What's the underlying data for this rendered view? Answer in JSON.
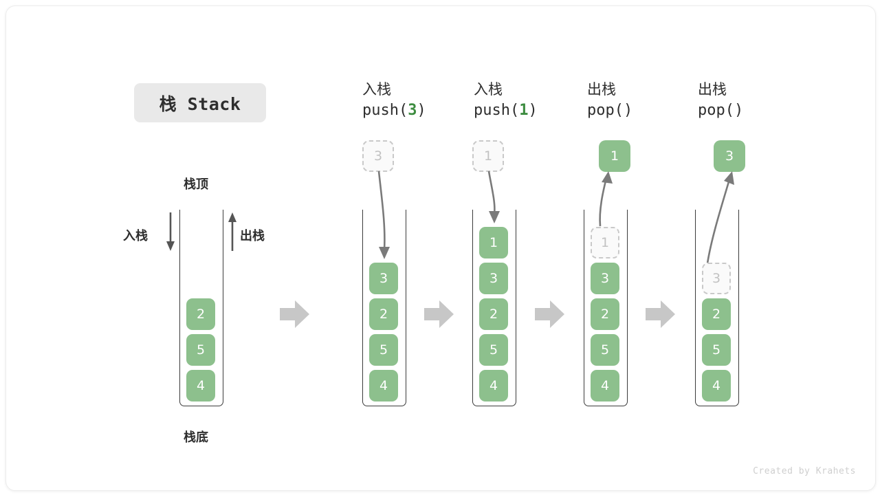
{
  "figure": {
    "title_badge": "栈 Stack",
    "footer": "Created by Krahets",
    "accent_green": "#8dc08d",
    "arg_green": "#3d8c40",
    "ghost_gray": "#c2c2c2",
    "wall_color": "#3a3a3a",
    "block_arrow_color": "#c7c7c7"
  },
  "left_stack": {
    "top_label": "栈顶",
    "bottom_label": "栈底",
    "push_label": "入栈",
    "pop_label": "出栈",
    "items": [
      "2",
      "5",
      "4"
    ]
  },
  "steps": [
    {
      "head_line1": "入栈",
      "head_op": "push(",
      "head_arg": "3",
      "head_close": ")",
      "float_cell": {
        "value": "3",
        "style": "ghost"
      },
      "arrow": "down-into-stack",
      "items": [
        {
          "value": "3",
          "style": "solid"
        },
        {
          "value": "2",
          "style": "solid"
        },
        {
          "value": "5",
          "style": "solid"
        },
        {
          "value": "4",
          "style": "solid"
        }
      ]
    },
    {
      "head_line1": "入栈",
      "head_op": "push(",
      "head_arg": "1",
      "head_close": ")",
      "float_cell": {
        "value": "1",
        "style": "ghost"
      },
      "arrow": "down-into-stack",
      "items": [
        {
          "value": "1",
          "style": "solid"
        },
        {
          "value": "3",
          "style": "solid"
        },
        {
          "value": "2",
          "style": "solid"
        },
        {
          "value": "5",
          "style": "solid"
        },
        {
          "value": "4",
          "style": "solid"
        }
      ]
    },
    {
      "head_line1": "出栈",
      "head_op": "pop(",
      "head_arg": "",
      "head_close": ")",
      "float_cell": {
        "value": "1",
        "style": "solid"
      },
      "arrow": "up-out-of-stack",
      "items": [
        {
          "value": "1",
          "style": "ghost"
        },
        {
          "value": "3",
          "style": "solid"
        },
        {
          "value": "2",
          "style": "solid"
        },
        {
          "value": "5",
          "style": "solid"
        },
        {
          "value": "4",
          "style": "solid"
        }
      ]
    },
    {
      "head_line1": "出栈",
      "head_op": "pop(",
      "head_arg": "",
      "head_close": ")",
      "float_cell": {
        "value": "3",
        "style": "solid"
      },
      "arrow": "up-out-of-stack",
      "items": [
        {
          "value": "3",
          "style": "ghost"
        },
        {
          "value": "2",
          "style": "solid"
        },
        {
          "value": "5",
          "style": "solid"
        },
        {
          "value": "4",
          "style": "solid"
        }
      ]
    }
  ]
}
